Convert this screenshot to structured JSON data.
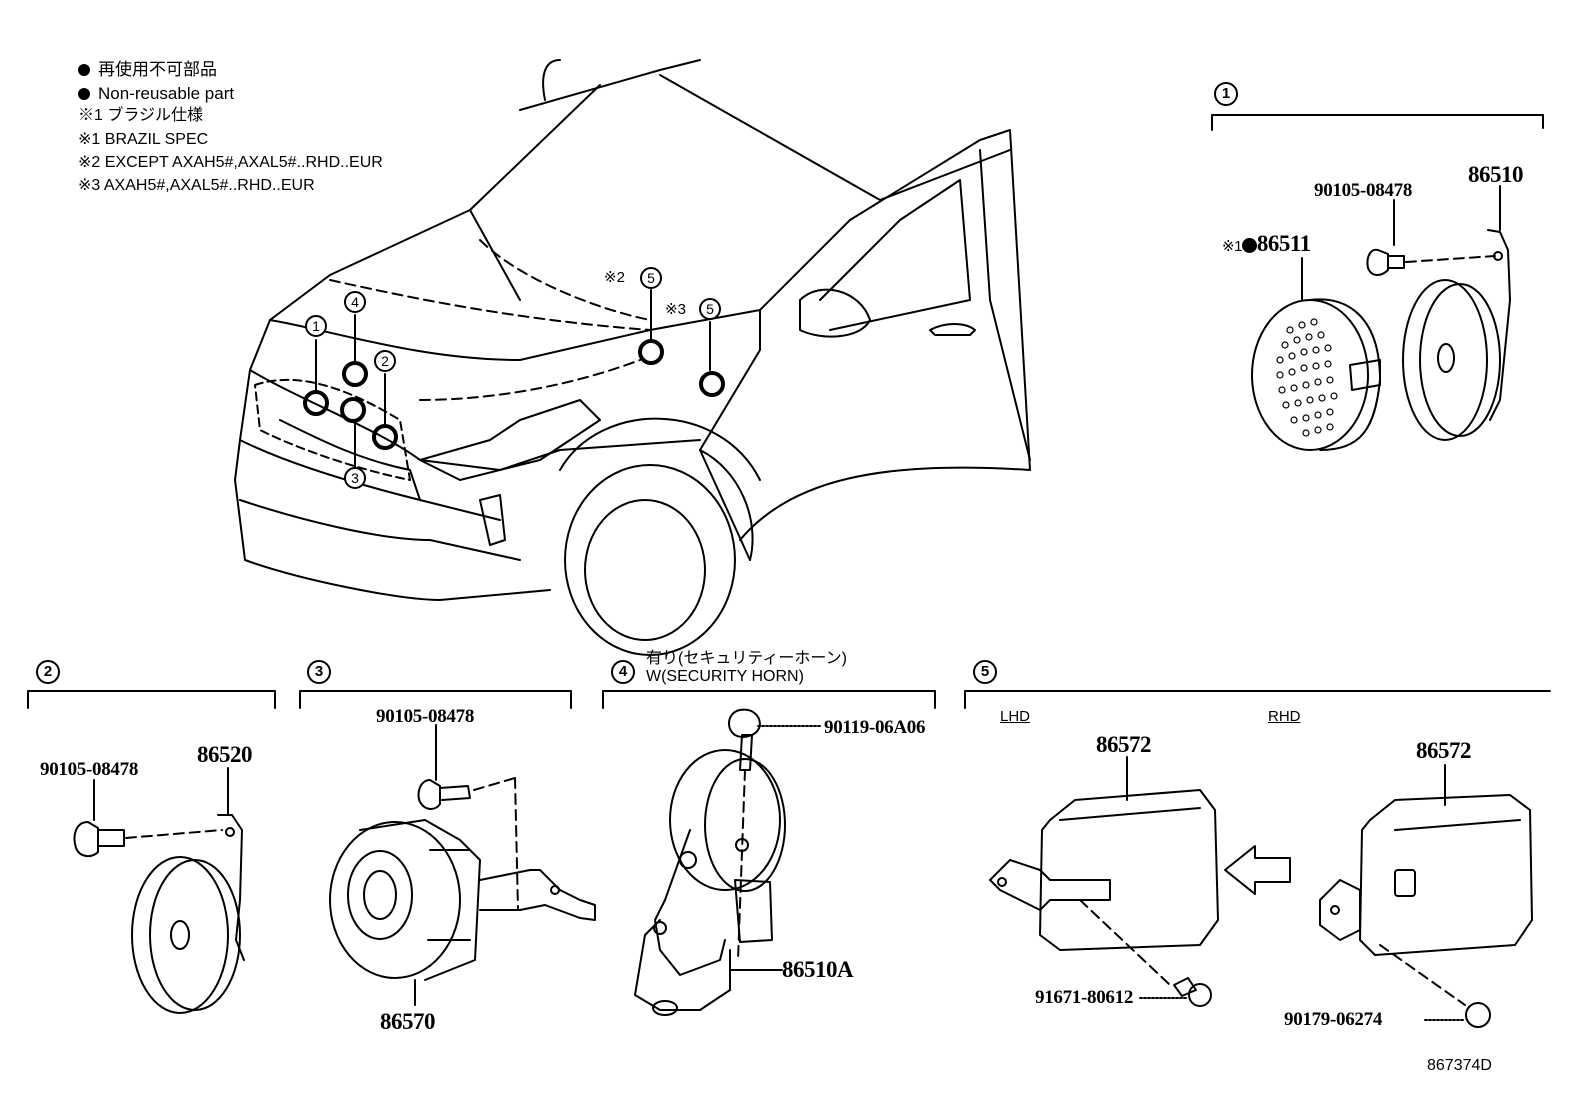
{
  "legend": {
    "items": [
      {
        "marker": "filled-dot",
        "text": "再使用不可部品"
      },
      {
        "marker": "filled-dot",
        "text": "Non-reusable part"
      },
      {
        "marker": "※1",
        "text": "ブラジル仕様"
      },
      {
        "marker": "※1",
        "text": "BRAZIL SPEC"
      },
      {
        "marker": "※2",
        "text": "EXCEPT AXAH5#,AXAL5#..RHD..EUR"
      },
      {
        "marker": "※3",
        "text": "AXAH5#,AXAL5#..RHD..EUR"
      }
    ]
  },
  "vehicle_callouts": [
    {
      "num": "1",
      "note": ""
    },
    {
      "num": "2",
      "note": ""
    },
    {
      "num": "3",
      "note": ""
    },
    {
      "num": "4",
      "note": ""
    },
    {
      "num": "5",
      "note": "※2"
    },
    {
      "num": "5",
      "note": "※3"
    }
  ],
  "sections": [
    {
      "num": "1",
      "title_jp": "",
      "title_en": "",
      "parts": [
        {
          "number": "90105-08478",
          "prefix": "",
          "non_reusable": false
        },
        {
          "number": "86510",
          "prefix": "",
          "non_reusable": false
        },
        {
          "number": "86511",
          "prefix": "※1",
          "non_reusable": true
        }
      ]
    },
    {
      "num": "2",
      "parts": [
        {
          "number": "90105-08478"
        },
        {
          "number": "86520"
        }
      ]
    },
    {
      "num": "3",
      "parts": [
        {
          "number": "90105-08478"
        },
        {
          "number": "86570"
        }
      ]
    },
    {
      "num": "4",
      "title_jp": "有り(セキュリティーホーン)",
      "title_en": "W(SECURITY HORN)",
      "parts": [
        {
          "number": "90119-06A06"
        },
        {
          "number": "86510A"
        }
      ]
    },
    {
      "num": "5",
      "subsections": [
        {
          "label": "LHD",
          "parts": [
            {
              "number": "86572"
            },
            {
              "number": "91671-80612"
            }
          ]
        },
        {
          "label": "RHD",
          "parts": [
            {
              "number": "86572"
            },
            {
              "number": "90179-06274"
            }
          ]
        }
      ]
    }
  ],
  "figure_ref": "867374D"
}
